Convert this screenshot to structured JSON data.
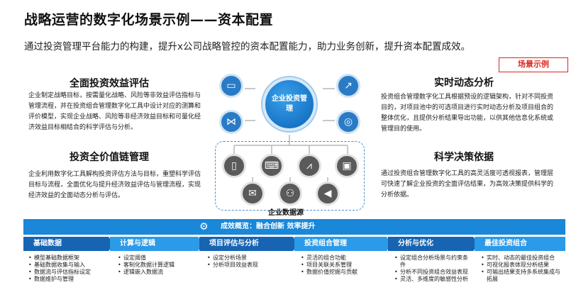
{
  "header": {
    "title": "战略运营的数字化场景示例——资本配置",
    "subtitle": "通过投资管理平台能力的构建，提升x公司战略管控的资本配置能力，助力业务创新，提升资本配置成效。",
    "tag": "场景示例"
  },
  "sections": {
    "left_top": {
      "heading": "全面投资效益评估",
      "body": "企业制定战略目标，按需量化战略、风险等非效益评估指标与管理流程，并在投资组合管理数字化工具中设计对应的测算和评价模型，实现企业战略、风险等非经济效益目标和可量化经济效益目标相结合的科学评估与分析。"
    },
    "left_bottom": {
      "heading": "投资全价值链管理",
      "body": "企业利用数字化工具解构投资评估方法与目标，重塑科学评估目标与流程，全面优化与提升经济效益评估与管理流程，实现经济效益的全面动态分析与评估。"
    },
    "right_top": {
      "heading": "实时动态分析",
      "body": "投资组合管理数字化工具根据预设的逻辑架构，针对不同投资目的，对项目池中的可选项目进行实时动态分析及项目组合的整体优化，且提供分析结果导出功能，以供其他信息化系统或管理目的使用。"
    },
    "right_bottom": {
      "heading": "科学决策依据",
      "body": "通过投资组合管理数字化工具的高灵活度可透视报表，管理层可快速了解企业投资的全面评估结果，为高效决策提供科学的分析依据。"
    }
  },
  "graphic": {
    "hub_label": "企业投资管理",
    "source_label": "企业数据源",
    "icons": [
      "monitor-icon",
      "chart-up-icon",
      "share-icon",
      "target-icon",
      "phone-icon",
      "laptop-icon",
      "globe-icon",
      "line-chart-icon",
      "tablet-icon",
      "mail-icon",
      "people-icon",
      "megaphone-icon"
    ]
  },
  "bar": {
    "text": "成效概览：融合创新 效率提升"
  },
  "steps": [
    {
      "label": "基础数据",
      "items": [
        "模型基础数据框架",
        "基础数据收集与输入",
        "数据流与评估指标设定",
        "数据维护与管理"
      ]
    },
    {
      "label": "计算与逻辑",
      "items": [
        "设定阈值",
        "客制化数据计算逻辑",
        "逻辑嵌入数据流"
      ]
    },
    {
      "label": "项目评估与分析",
      "items": [
        "设定分析场景",
        "分析项目效益表现"
      ]
    },
    {
      "label": "投资组合管理",
      "items": [
        "灵活的组合功能",
        "项目关联关系管理",
        "数据价值挖掘与贡献"
      ]
    },
    {
      "label": "分析与优化",
      "items": [
        "设定组合分析场景与约束条件",
        "分析不同投资组合效益表现",
        "灵活、多维度的敏感性分析"
      ]
    },
    {
      "label": "最佳投资组合",
      "items": [
        "实时、动态的最佳投资组合",
        "可视化报表体现分析结果",
        "可输出结果支持多系统集成与拓展"
      ]
    }
  ]
}
